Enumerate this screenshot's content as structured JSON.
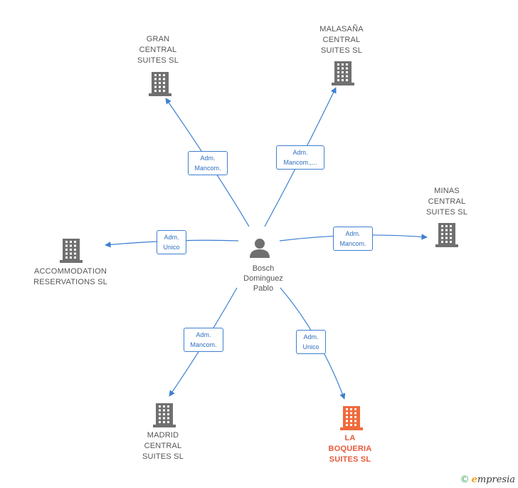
{
  "center": {
    "name": "Bosch\nDominguez\nPablo",
    "icon": "person-icon"
  },
  "companies": [
    {
      "id": "gran",
      "name": "GRAN\nCENTRAL\nSUITES  SL",
      "relation": "Adm.\nMancom.",
      "highlight": false
    },
    {
      "id": "malasana",
      "name": "MALASAÑA\nCENTRAL\nSUITES  SL",
      "relation": "Adm.\nMancom.,...",
      "highlight": false
    },
    {
      "id": "minas",
      "name": "MINAS\nCENTRAL\nSUITES  SL",
      "relation": "Adm.\nMancom.",
      "highlight": false
    },
    {
      "id": "accommodation",
      "name": "ACCOMMODATION\nRESERVATIONS SL",
      "relation": "Adm.\nUnico",
      "highlight": false
    },
    {
      "id": "madrid",
      "name": "MADRID\nCENTRAL\nSUITES  SL",
      "relation": "Adm.\nMancom.",
      "highlight": false
    },
    {
      "id": "boqueria",
      "name": "LA\nBOQUERIA\nSUITES  SL",
      "relation": "Adm.\nUnico",
      "highlight": true
    }
  ],
  "colors": {
    "edge": "#3d7fd1",
    "building": "#707070",
    "building_highlight": "#f06a3c",
    "person": "#707070"
  },
  "brand": {
    "symbol": "©",
    "initial": "e",
    "rest": "mpresia"
  }
}
